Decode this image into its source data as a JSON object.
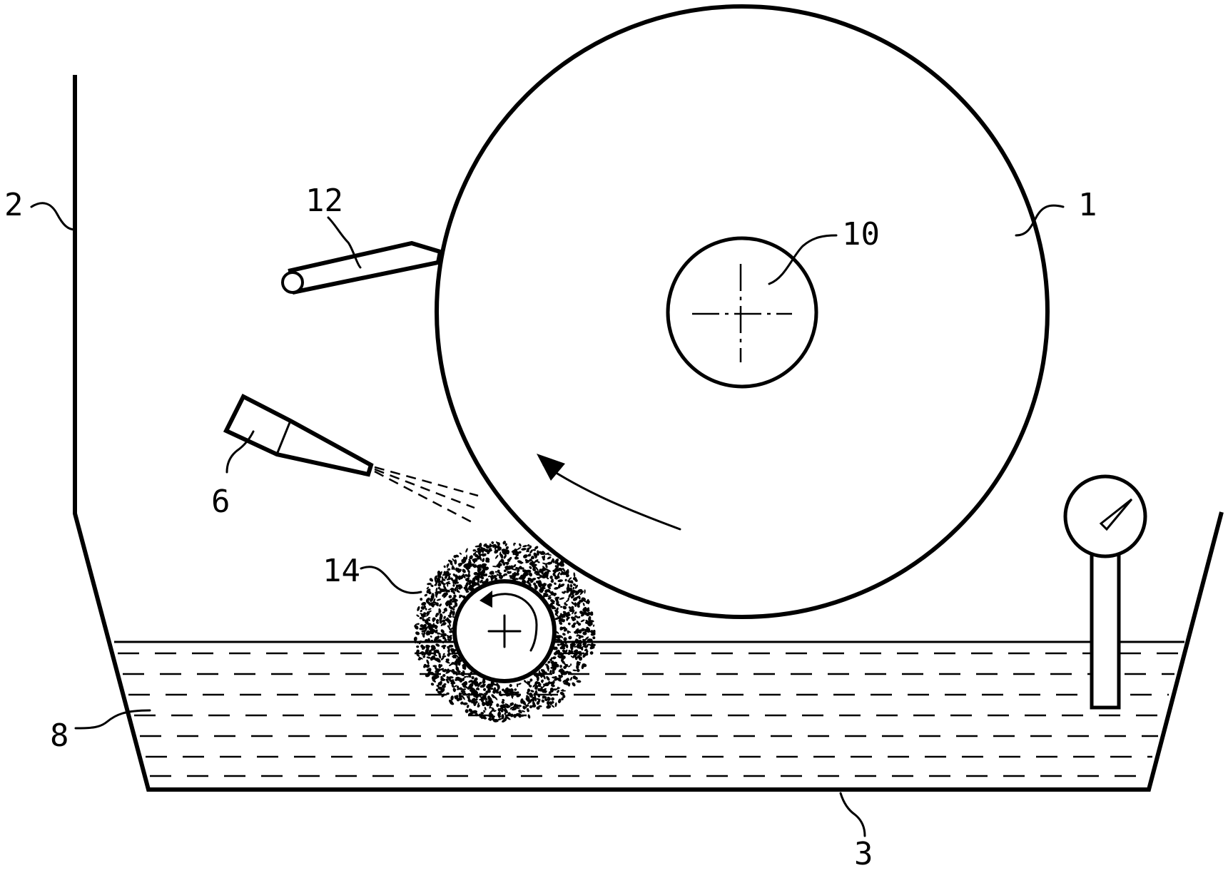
{
  "labels": {
    "drum": "1",
    "tank_wall": "2",
    "tank_bottom": "3",
    "spray_nozzle": "6",
    "liquid": "8",
    "drum_hub": "10",
    "scraper": "12",
    "brush_roller": "14"
  },
  "colors": {
    "line": "#000000",
    "background": "#ffffff"
  }
}
